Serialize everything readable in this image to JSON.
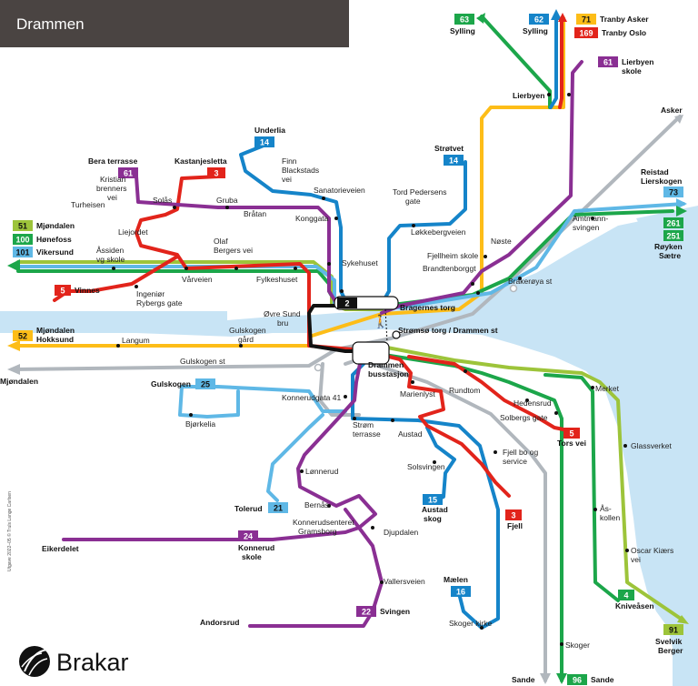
{
  "header": {
    "title": "Drammen"
  },
  "brand": {
    "name": "Brakar"
  },
  "credit": "Utgave 2022–05 © Truls Lange Carlsen",
  "colors": {
    "header_bg": "#4a4442",
    "water": "#c8e4f5",
    "line_purple": "#8a2f93",
    "line_red": "#e2241b",
    "line_yellow": "#fdbd18",
    "line_lightblue": "#5fb8e6",
    "line_blue": "#1584c9",
    "line_green": "#1ca64a",
    "line_lime": "#9dc43a",
    "line_gray": "#b1b7bd",
    "line_black": "#111111"
  },
  "routes": [
    {
      "id": "63",
      "color": "#1ca64a",
      "text_color": "#ffffff",
      "label": "Sylling"
    },
    {
      "id": "62",
      "color": "#1584c9",
      "text_color": "#ffffff",
      "label": "Sylling"
    },
    {
      "id": "71",
      "color": "#fdbd18",
      "text_color": "#111111",
      "label": "Tranby Asker"
    },
    {
      "id": "169",
      "color": "#e2241b",
      "text_color": "#ffffff",
      "label": "Tranby Oslo"
    },
    {
      "id": "61",
      "color": "#8a2f93",
      "text_color": "#ffffff",
      "label": "Lierbyen skole"
    },
    {
      "id": "73",
      "color": "#5fb8e6",
      "text_color": "#111111",
      "label": "Reistad Lierskogen"
    },
    {
      "id": "261",
      "color": "#1ca64a",
      "text_color": "#ffffff",
      "label": "Røyken Sætre"
    },
    {
      "id": "251",
      "color": "#1ca64a",
      "text_color": "#ffffff",
      "label": ""
    },
    {
      "id": "51",
      "color": "#9dc43a",
      "text_color": "#111111",
      "label": "Mjøndalen"
    },
    {
      "id": "100",
      "color": "#1ca64a",
      "text_color": "#ffffff",
      "label": "Hønefoss"
    },
    {
      "id": "101",
      "color": "#5fb8e6",
      "text_color": "#111111",
      "label": "Vikersund"
    },
    {
      "id": "52",
      "color": "#fdbd18",
      "text_color": "#111111",
      "label": "Mjøndalen Hokksund"
    },
    {
      "id": "5",
      "color": "#e2241b",
      "text_color": "#ffffff",
      "label": "Vinnes"
    },
    {
      "id": "61",
      "color": "#8a2f93",
      "text_color": "#ffffff",
      "label": "Bera terrasse"
    },
    {
      "id": "3",
      "color": "#e2241b",
      "text_color": "#ffffff",
      "label": "Kastanjesletta"
    },
    {
      "id": "14",
      "color": "#1584c9",
      "text_color": "#ffffff",
      "label": "Underlia"
    },
    {
      "id": "14",
      "color": "#1584c9",
      "text_color": "#ffffff",
      "label": "Strøtvet"
    },
    {
      "id": "25",
      "color": "#5fb8e6",
      "text_color": "#111111",
      "label": "Gulskogen"
    },
    {
      "id": "21",
      "color": "#5fb8e6",
      "text_color": "#111111",
      "label": "Tolerud"
    },
    {
      "id": "24",
      "color": "#8a2f93",
      "text_color": "#ffffff",
      "label": "Konnerud skole"
    },
    {
      "id": "22",
      "color": "#8a2f93",
      "text_color": "#ffffff",
      "label": "Svingen"
    },
    {
      "id": "15",
      "color": "#1584c9",
      "text_color": "#ffffff",
      "label": "Austad skog"
    },
    {
      "id": "3",
      "color": "#e2241b",
      "text_color": "#ffffff",
      "label": "Fjell"
    },
    {
      "id": "5",
      "color": "#e2241b",
      "text_color": "#ffffff",
      "label": "Tors vei"
    },
    {
      "id": "16",
      "color": "#1584c9",
      "text_color": "#ffffff",
      "label": "Mælen"
    },
    {
      "id": "4",
      "color": "#1ca64a",
      "text_color": "#ffffff",
      "label": "Kniveåsen"
    },
    {
      "id": "91",
      "color": "#9dc43a",
      "text_color": "#111111",
      "label": "Svelvik Berger"
    },
    {
      "id": "96",
      "color": "#1ca64a",
      "text_color": "#ffffff",
      "label": "Sande"
    },
    {
      "id": "2",
      "color": "#111111",
      "text_color": "#ffffff",
      "label": ""
    }
  ],
  "stops": [
    "Lierbyen",
    "Asker",
    "Finn Blackstads vei",
    "Sanatorieveien",
    "Konggata",
    "Sykehuset",
    "Tord Pedersens gate",
    "Løkkebergveien",
    "Fjellheim skole",
    "Brandtenborggt",
    "Nøste",
    "Brakerøya st",
    "Amtmann-svingen",
    "Bragernes torg",
    "Strømsø torg / Drammen st",
    "Øvre Sund bru",
    "Solås",
    "Gruba",
    "Bråtan",
    "Kristian brenners vei",
    "Turheisen",
    "Liejordet",
    "Åssiden vg skole",
    "Olaf Bergers vei",
    "Vårveien",
    "Fylkeshuset",
    "Ingeniør Rybergs gate",
    "Langum",
    "Gulskogen gård",
    "Gulskogen st",
    "Mjøndalen",
    "Drammen busstasjon",
    "Konnerudgata 41",
    "Marienlyst",
    "Rundtom",
    "Bjørkelia",
    "Strøm terrasse",
    "Austad",
    "Hedensrud",
    "Solbergs gate",
    "Merket",
    "Glassverket",
    "Fjell bo og service",
    "Solsvingen",
    "Lønnerud",
    "Bernås",
    "Konnerudsenteret Gramsborg",
    "Djupdalen",
    "Eikerdelet",
    "Vallersveien",
    "Andorsrud",
    "Skoger kirke",
    "Ås-kollen",
    "Oscar Kiærs vei",
    "Skoger",
    "Sande"
  ]
}
